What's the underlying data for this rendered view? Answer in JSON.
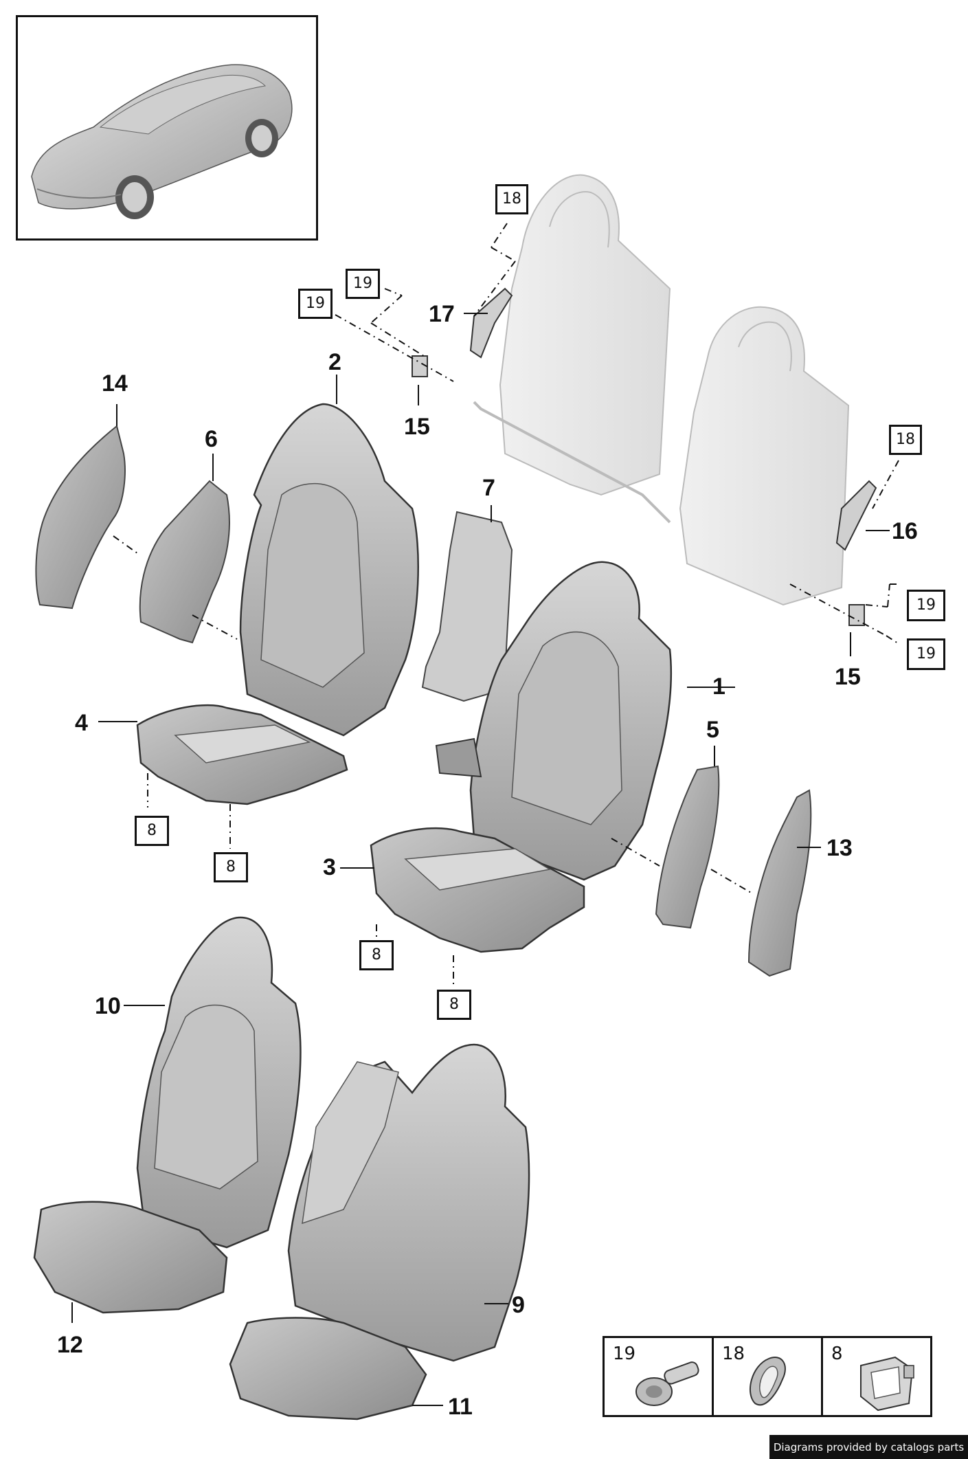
{
  "callouts": [
    {
      "id": "1",
      "text": "1"
    },
    {
      "id": "2",
      "text": "2"
    },
    {
      "id": "3",
      "text": "3"
    },
    {
      "id": "4",
      "text": "4"
    },
    {
      "id": "5",
      "text": "5"
    },
    {
      "id": "6",
      "text": "6"
    },
    {
      "id": "7",
      "text": "7"
    },
    {
      "id": "9",
      "text": "9"
    },
    {
      "id": "10",
      "text": "10"
    },
    {
      "id": "11",
      "text": "11"
    },
    {
      "id": "12",
      "text": "12"
    },
    {
      "id": "13",
      "text": "13"
    },
    {
      "id": "14",
      "text": "14"
    },
    {
      "id": "15a",
      "text": "15"
    },
    {
      "id": "15b",
      "text": "15"
    },
    {
      "id": "16",
      "text": "16"
    },
    {
      "id": "17",
      "text": "17"
    }
  ],
  "boxed_callouts": [
    {
      "id": "18a",
      "text": "18"
    },
    {
      "id": "18b",
      "text": "18"
    },
    {
      "id": "19a",
      "text": "19"
    },
    {
      "id": "19b",
      "text": "19"
    },
    {
      "id": "19c",
      "text": "19"
    },
    {
      "id": "19d",
      "text": "19"
    },
    {
      "id": "8a",
      "text": "8"
    },
    {
      "id": "8b",
      "text": "8"
    },
    {
      "id": "8c",
      "text": "8"
    },
    {
      "id": "8d",
      "text": "8"
    }
  ],
  "legend": [
    {
      "number": "19",
      "icon": "bolt-icon"
    },
    {
      "number": "18",
      "icon": "grommet-icon"
    },
    {
      "number": "8",
      "icon": "clip-icon"
    }
  ],
  "credit": "Diagrams provided by catalogs parts",
  "colors": {
    "part_fill": "#a8a8a8",
    "part_light": "#d4d4d4",
    "frame_fill": "#e9e9e9",
    "line": "#111111"
  }
}
